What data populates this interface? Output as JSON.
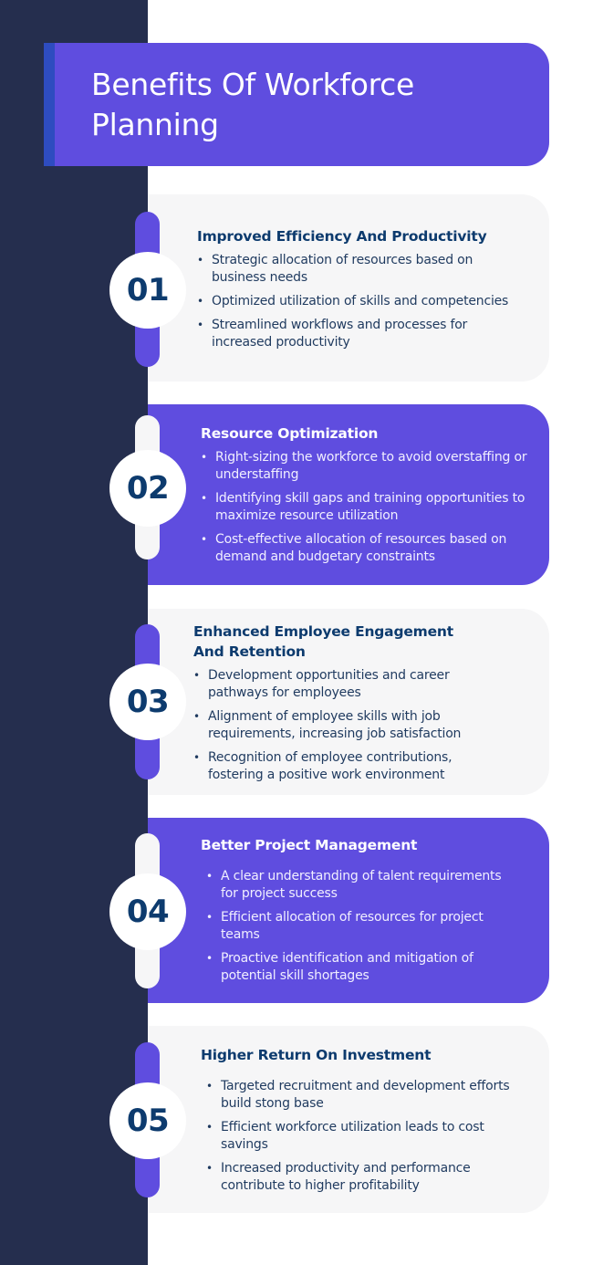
{
  "title": "Benefits Of Workforce Planning",
  "colors": {
    "left_band": "#252e4e",
    "accent_purple": "#5f4ddf",
    "title_strip_blue": "#2e4cc0",
    "card_light": "#f6f6f7",
    "number_navy": "#0d3b6e"
  },
  "benefits": [
    {
      "number": "01",
      "heading": "Improved Efficiency And Productivity",
      "bullets": [
        "Strategic allocation of resources based on business needs",
        "Optimized utilization of skills and competencies",
        "Streamlined workflows and processes for increased productivity"
      ]
    },
    {
      "number": "02",
      "heading": "Resource Optimization",
      "bullets": [
        "Right-sizing the workforce to avoid overstaffing or understaffing",
        "Identifying skill gaps and training opportunities to maximize resource utilization",
        "Cost-effective allocation of resources based on demand and budgetary constraints"
      ]
    },
    {
      "number": "03",
      "heading": "Enhanced Employee Engagement And Retention",
      "bullets": [
        "Development opportunities and career pathways for employees",
        "Alignment of employee skills with job requirements, increasing job satisfaction",
        "Recognition of employee contributions, fostering a positive work environment"
      ]
    },
    {
      "number": "04",
      "heading": "Better Project Management",
      "bullets": [
        "A clear understanding of talent requirements for project success",
        "Efficient allocation of resources for project teams",
        "Proactive identification and mitigation of potential skill shortages"
      ]
    },
    {
      "number": "05",
      "heading": "Higher Return On Investment",
      "bullets": [
        "Targeted recruitment and development efforts build stong base",
        "Efficient workforce utilization leads to cost savings",
        "Increased productivity and performance contribute to higher profitability"
      ]
    }
  ]
}
